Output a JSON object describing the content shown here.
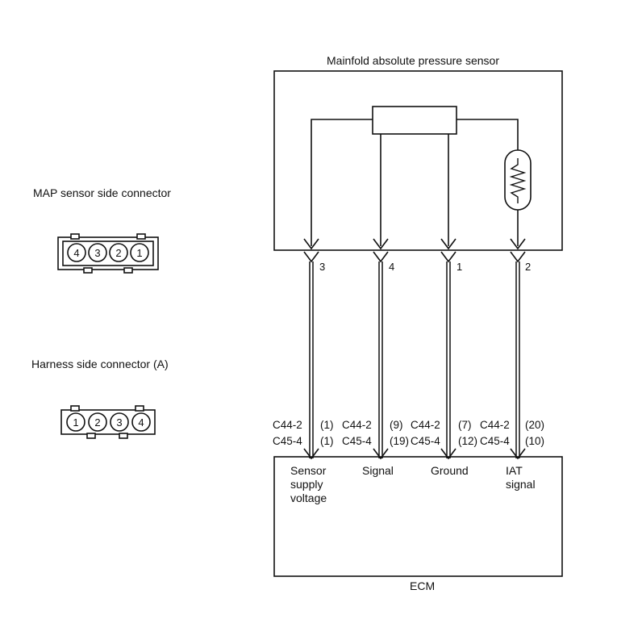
{
  "sensor": {
    "title": "Mainfold absolute pressure sensor",
    "pins": [
      "3",
      "4",
      "1",
      "2"
    ]
  },
  "map_connector": {
    "label": "MAP sensor side connector",
    "pins": [
      "4",
      "3",
      "2",
      "1"
    ]
  },
  "harness_connector": {
    "label": "Harness side connector (A)",
    "pins": [
      "1",
      "2",
      "3",
      "4"
    ]
  },
  "ecm": {
    "label": "ECM",
    "circuits": [
      {
        "c44": "C44-2",
        "c44_pin": "(1)",
        "c45": "C45-4",
        "c45_pin": "(1)",
        "signal_lines": [
          "Sensor",
          "supply",
          "voltage"
        ]
      },
      {
        "c44": "C44-2",
        "c44_pin": "(9)",
        "c45": "C45-4",
        "c45_pin": "(19)",
        "signal_lines": [
          "Signal"
        ]
      },
      {
        "c44": "C44-2",
        "c44_pin": "(7)",
        "c45": "C45-4",
        "c45_pin": "(12)",
        "signal_lines": [
          "Ground"
        ]
      },
      {
        "c44": "C44-2",
        "c44_pin": "(20)",
        "c45": "C45-4",
        "c45_pin": "(10)",
        "signal_lines": [
          "IAT",
          "signal"
        ]
      }
    ]
  },
  "colors": {
    "line": "#111111",
    "background": "#ffffff"
  }
}
